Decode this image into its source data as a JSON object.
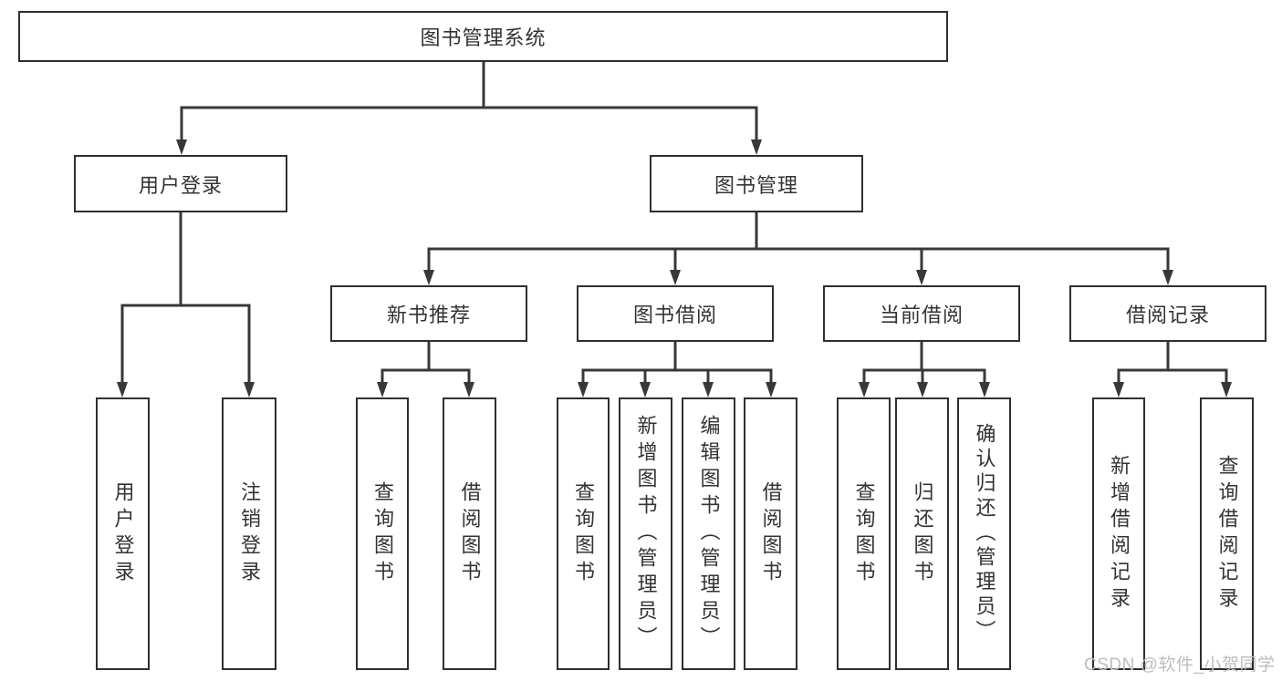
{
  "nodes": {
    "root": {
      "label": "图书管理系统"
    },
    "user_login": {
      "label": "用户登录"
    },
    "book_mgmt": {
      "label": "图书管理"
    },
    "new_book_rec": {
      "label": "新书推荐"
    },
    "book_borrow": {
      "label": "图书借阅"
    },
    "current_borrow": {
      "label": "当前借阅"
    },
    "borrow_records": {
      "label": "借阅记录"
    },
    "leaf_user_login": {
      "label": "用户登录"
    },
    "leaf_logout": {
      "label": "注销登录"
    },
    "leaf_query_book_1": {
      "label": "查询图书"
    },
    "leaf_borrow_book_1": {
      "label": "借阅图书"
    },
    "leaf_query_book_2": {
      "label": "查询图书"
    },
    "leaf_add_book": {
      "label": "新增图书（管理员）"
    },
    "leaf_edit_book": {
      "label": "编辑图书（管理员）"
    },
    "leaf_borrow_book_2": {
      "label": "借阅图书"
    },
    "leaf_query_book_3": {
      "label": "查询图书"
    },
    "leaf_return_book": {
      "label": "归还图书"
    },
    "leaf_confirm_return": {
      "label": "确认归还（管理员）"
    },
    "leaf_add_borrow_record": {
      "label": "新增借阅记录"
    },
    "leaf_query_borrow_record": {
      "label": "查询借阅记录"
    }
  },
  "hierarchy": {
    "root": [
      "user_login",
      "book_mgmt"
    ],
    "user_login": [
      "leaf_user_login",
      "leaf_logout"
    ],
    "book_mgmt": [
      "new_book_rec",
      "book_borrow",
      "current_borrow",
      "borrow_records"
    ],
    "new_book_rec": [
      "leaf_query_book_1",
      "leaf_borrow_book_1"
    ],
    "book_borrow": [
      "leaf_query_book_2",
      "leaf_add_book",
      "leaf_edit_book",
      "leaf_borrow_book_2"
    ],
    "current_borrow": [
      "leaf_query_book_3",
      "leaf_return_book",
      "leaf_confirm_return"
    ],
    "borrow_records": [
      "leaf_add_borrow_record",
      "leaf_query_borrow_record"
    ]
  },
  "watermark": {
    "text": "CSDN @软件_小贺同学"
  },
  "colors": {
    "background": "#ffffff",
    "line": "#383838",
    "box_border": "#2f2f2f",
    "text": "#333333",
    "watermark": "#bdbdbd"
  }
}
